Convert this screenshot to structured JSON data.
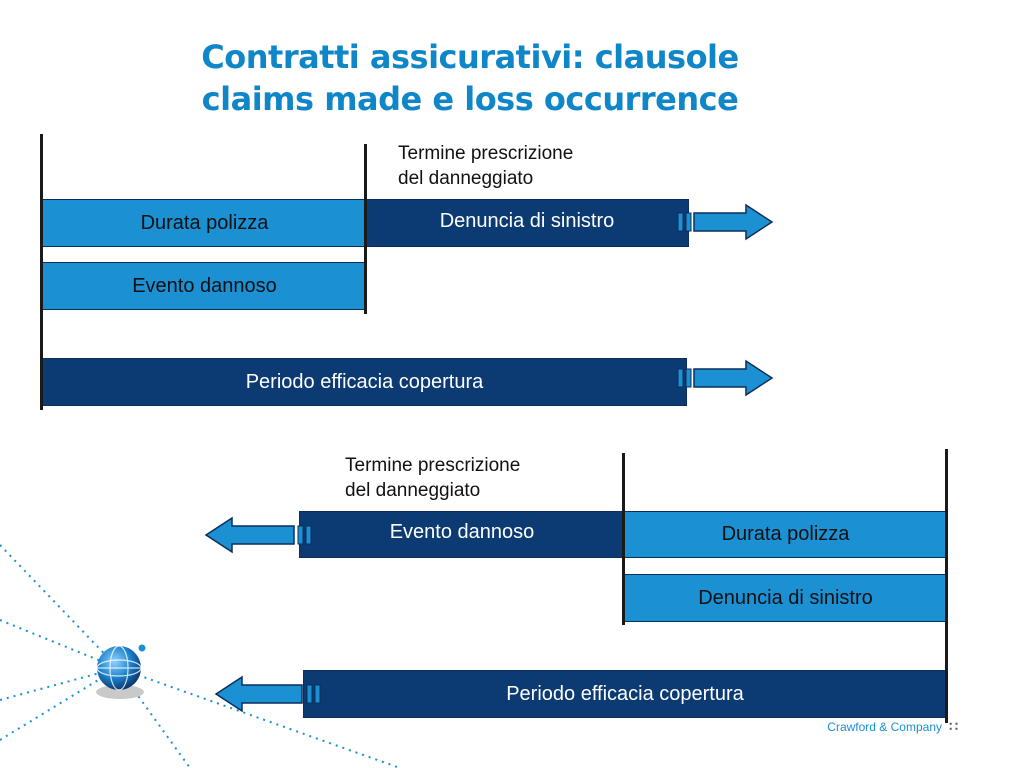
{
  "title_line1": "Contratti assicurativi: clausole",
  "title_line2": "claims made e loss occurrence",
  "claims_made": {
    "note_line1": "Termine prescrizione",
    "note_line2": "del danneggiato",
    "durata_polizza": "Durata polizza",
    "denuncia_sinistro": "Denuncia di sinistro",
    "evento_dannoso": "Evento dannoso",
    "periodo_copertura": "Periodo efficacia copertura"
  },
  "loss_occurrence": {
    "note_line1": "Termine prescrizione",
    "note_line2": "del danneggiato",
    "evento_dannoso": "Evento dannoso",
    "durata_polizza": "Durata polizza",
    "denuncia_sinistro": "Denuncia di sinistro",
    "periodo_copertura": "Periodo efficacia copertura"
  },
  "footer": {
    "company": "Crawford & Company"
  },
  "colors": {
    "title": "#0e86c7",
    "light_bar": "#1b90d2",
    "dark_bar": "#0c3a73",
    "arrow": "#1b90d2"
  },
  "icons": {
    "logo": "globe-network-icon",
    "footer_mark": "dots-icon"
  }
}
